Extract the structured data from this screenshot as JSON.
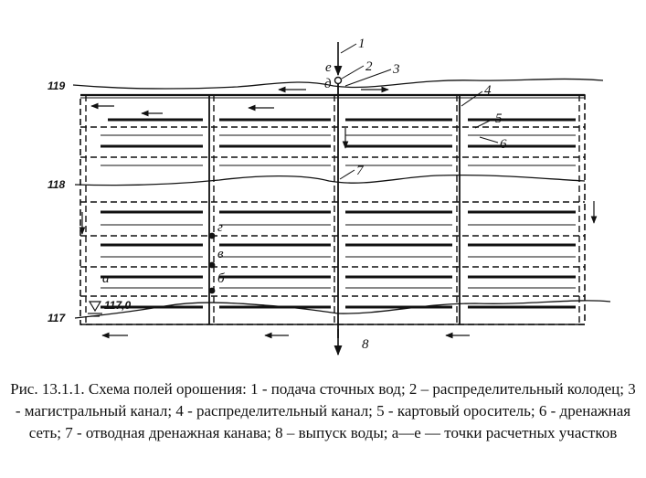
{
  "labels": {
    "n1": "1",
    "n2": "2",
    "n3": "3",
    "n4": "4",
    "n5": "5",
    "n6": "6",
    "n7": "7",
    "n8": "8",
    "pt_e": "е",
    "pt_d": "д",
    "pt_g": "г",
    "pt_v": "в",
    "pt_b": "б",
    "pt_a": "а"
  },
  "elevations": {
    "e119": "119",
    "e118": "118",
    "e117": "117",
    "water_level": "117,0"
  },
  "caption": {
    "lead": "Рис.",
    "text": "13.1.1. Схема полей орошения: 1 - подача сточных вод; 2 – распределительный колодец; 3 - магистральный канал; 4 - распределительный канал; 5 - картовый ороситель; 6 - дренажная сеть; 7 - отводная дренажная канава; 8 – выпуск воды; а—е — точки расчетных участков"
  }
}
